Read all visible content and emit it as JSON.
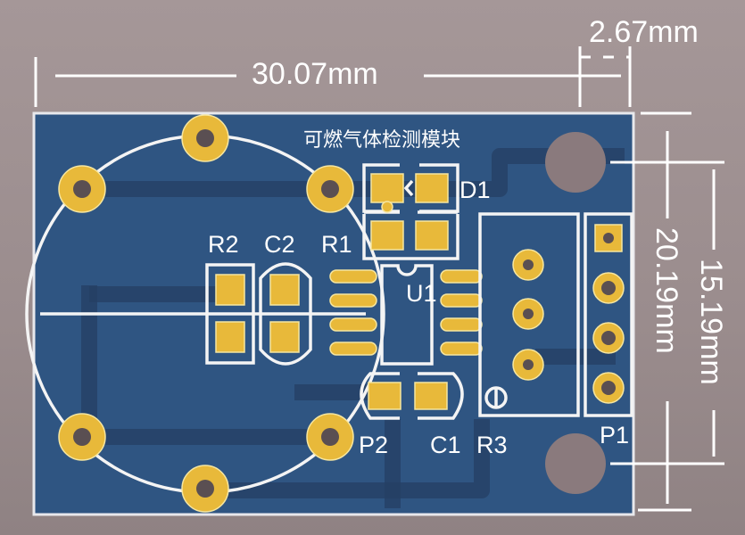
{
  "dimensions": {
    "width": "30.07mm",
    "offset": "2.67mm",
    "height_outer": "20.19mm",
    "height_inner": "15.19mm"
  },
  "board": {
    "title": "可燃气体检测模块",
    "labels": {
      "d1": "D1",
      "r1": "R1",
      "r2": "R2",
      "c2": "C2",
      "u1": "U1",
      "p1": "P1",
      "p2": "P2",
      "c1": "C1",
      "r3": "R3"
    }
  },
  "colors": {
    "board": "#2f5582",
    "pad": "#e8b93a",
    "silkscreen": "#ffffff",
    "background": "#9a8c8d"
  }
}
